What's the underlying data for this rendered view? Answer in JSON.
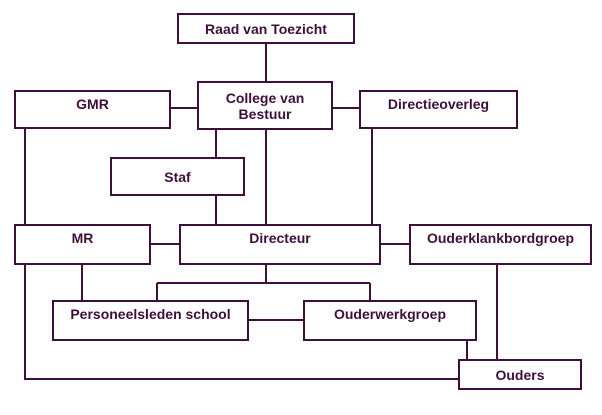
{
  "colors": {
    "line": "#3d0f3b",
    "box_fill": "#ffffff",
    "background": "#ffffff"
  },
  "nodes": {
    "raad": "Raad van Toezicht",
    "college": "College van\nBestuur",
    "gmr": "GMR",
    "directieoverleg": "Directieoverleg",
    "staf": "Staf",
    "mr": "MR",
    "directeur": "Directeur",
    "ouderklankbordgroep": "Ouderklankbordgroep",
    "personeelsleden": "Personeelsleden  school",
    "ouderwerkgroep": "Ouderwerkgroep",
    "ouders": "Ouders"
  }
}
